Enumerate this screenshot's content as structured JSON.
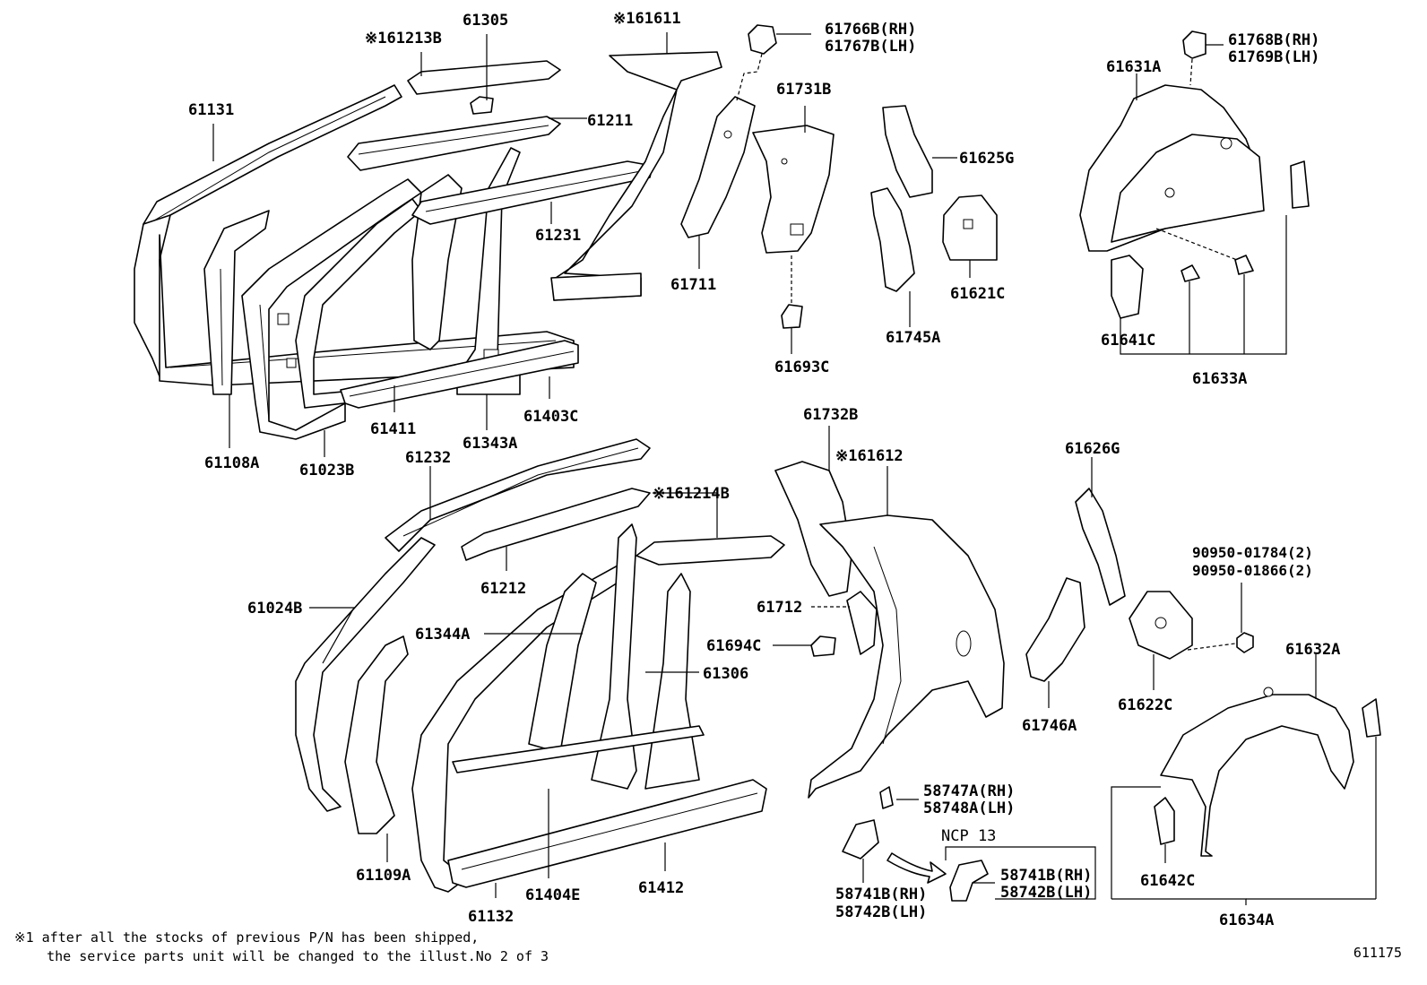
{
  "labels": {
    "p61131": "61131",
    "p161213B": "※161213B",
    "p61305": "61305",
    "p161611": "※161611",
    "p61766B": "61766B(RH)",
    "p61767B": "61767B(LH)",
    "p61768B": "61768B(RH)",
    "p61769B": "61769B(LH)",
    "p61631A": "61631A",
    "p61731B": "61731B",
    "p61211": "61211",
    "p61625G": "61625G",
    "p61231": "61231",
    "p61711": "61711",
    "p61621C": "61621C",
    "p61745A": "61745A",
    "p61693C": "61693C",
    "p61641C": "61641C",
    "p61633A": "61633A",
    "p61411": "61411",
    "p61403C": "61403C",
    "p61108A": "61108A",
    "p61023B": "61023B",
    "p61343A": "61343A",
    "p61732B": "61732B",
    "p161612": "※161612",
    "p61626G": "61626G",
    "p61232": "61232",
    "p161214B": "※161214B",
    "p61212": "61212",
    "p61024B": "61024B",
    "p61712": "61712",
    "p61344A": "61344A",
    "p61694C": "61694C",
    "p61306": "61306",
    "p90950_01784": "90950-01784(2)",
    "p90950_01866": "90950-01866(2)",
    "p61632A": "61632A",
    "p61622C": "61622C",
    "p61746A": "61746A",
    "p58747A": "58747A(RH)",
    "p58748A": "58748A(LH)",
    "pNCP13": "NCP 13",
    "p58741B_r": "58741B(RH)",
    "p58742B_r": "58742B(LH)",
    "p58741B_l": "58741B(RH)",
    "p58742B_l": "58742B(LH)",
    "p61109A": "61109A",
    "p61404E": "61404E",
    "p61412": "61412",
    "p61132": "61132",
    "p61642C": "61642C",
    "p61634A": "61634A"
  },
  "footnote": {
    "line1": "※1 after all the stocks of previous P/N has been shipped,",
    "line2": "    the service parts unit will be changed to the illust.No 2 of 3"
  },
  "illustration_code": "611175"
}
